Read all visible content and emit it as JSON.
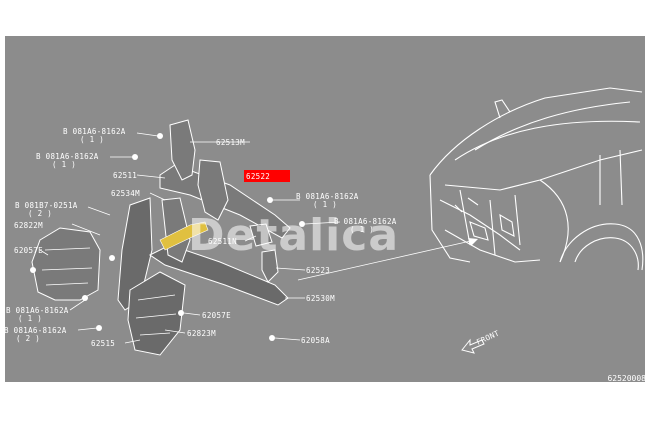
{
  "diagram": {
    "highlight_color": "#ff0000",
    "watermark_color": "#ffe000",
    "watermark_text": "Detalica",
    "footer_code": "62520008",
    "front_label": "FRONT",
    "labels": {
      "l1": "B 081A6-8162A",
      "l1q": "( 1 )",
      "l2": "62513M",
      "l3": "B 081A6-8162A",
      "l3q": "( 1 )",
      "l4": "62511",
      "l5": "62522",
      "l6": "62534M",
      "l7": "B 081B7-0251A",
      "l7q": "( 2 )",
      "l8": "62822M",
      "l9": "B 081A6-8162A",
      "l9q": "( 1 )",
      "l10": "B 081A6-8162A",
      "l10q": "( 1 )",
      "l11": "62057E",
      "l12": "62511N",
      "l13": "62523",
      "l14": "62530M",
      "l15": "B 081A6-8162A",
      "l15q": "( 1 )",
      "l16": "62057E",
      "l17": "B 081A6-8162A",
      "l17q": "( 2 )",
      "l18": "62823M",
      "l19": "62515",
      "l20": "62058A"
    }
  }
}
